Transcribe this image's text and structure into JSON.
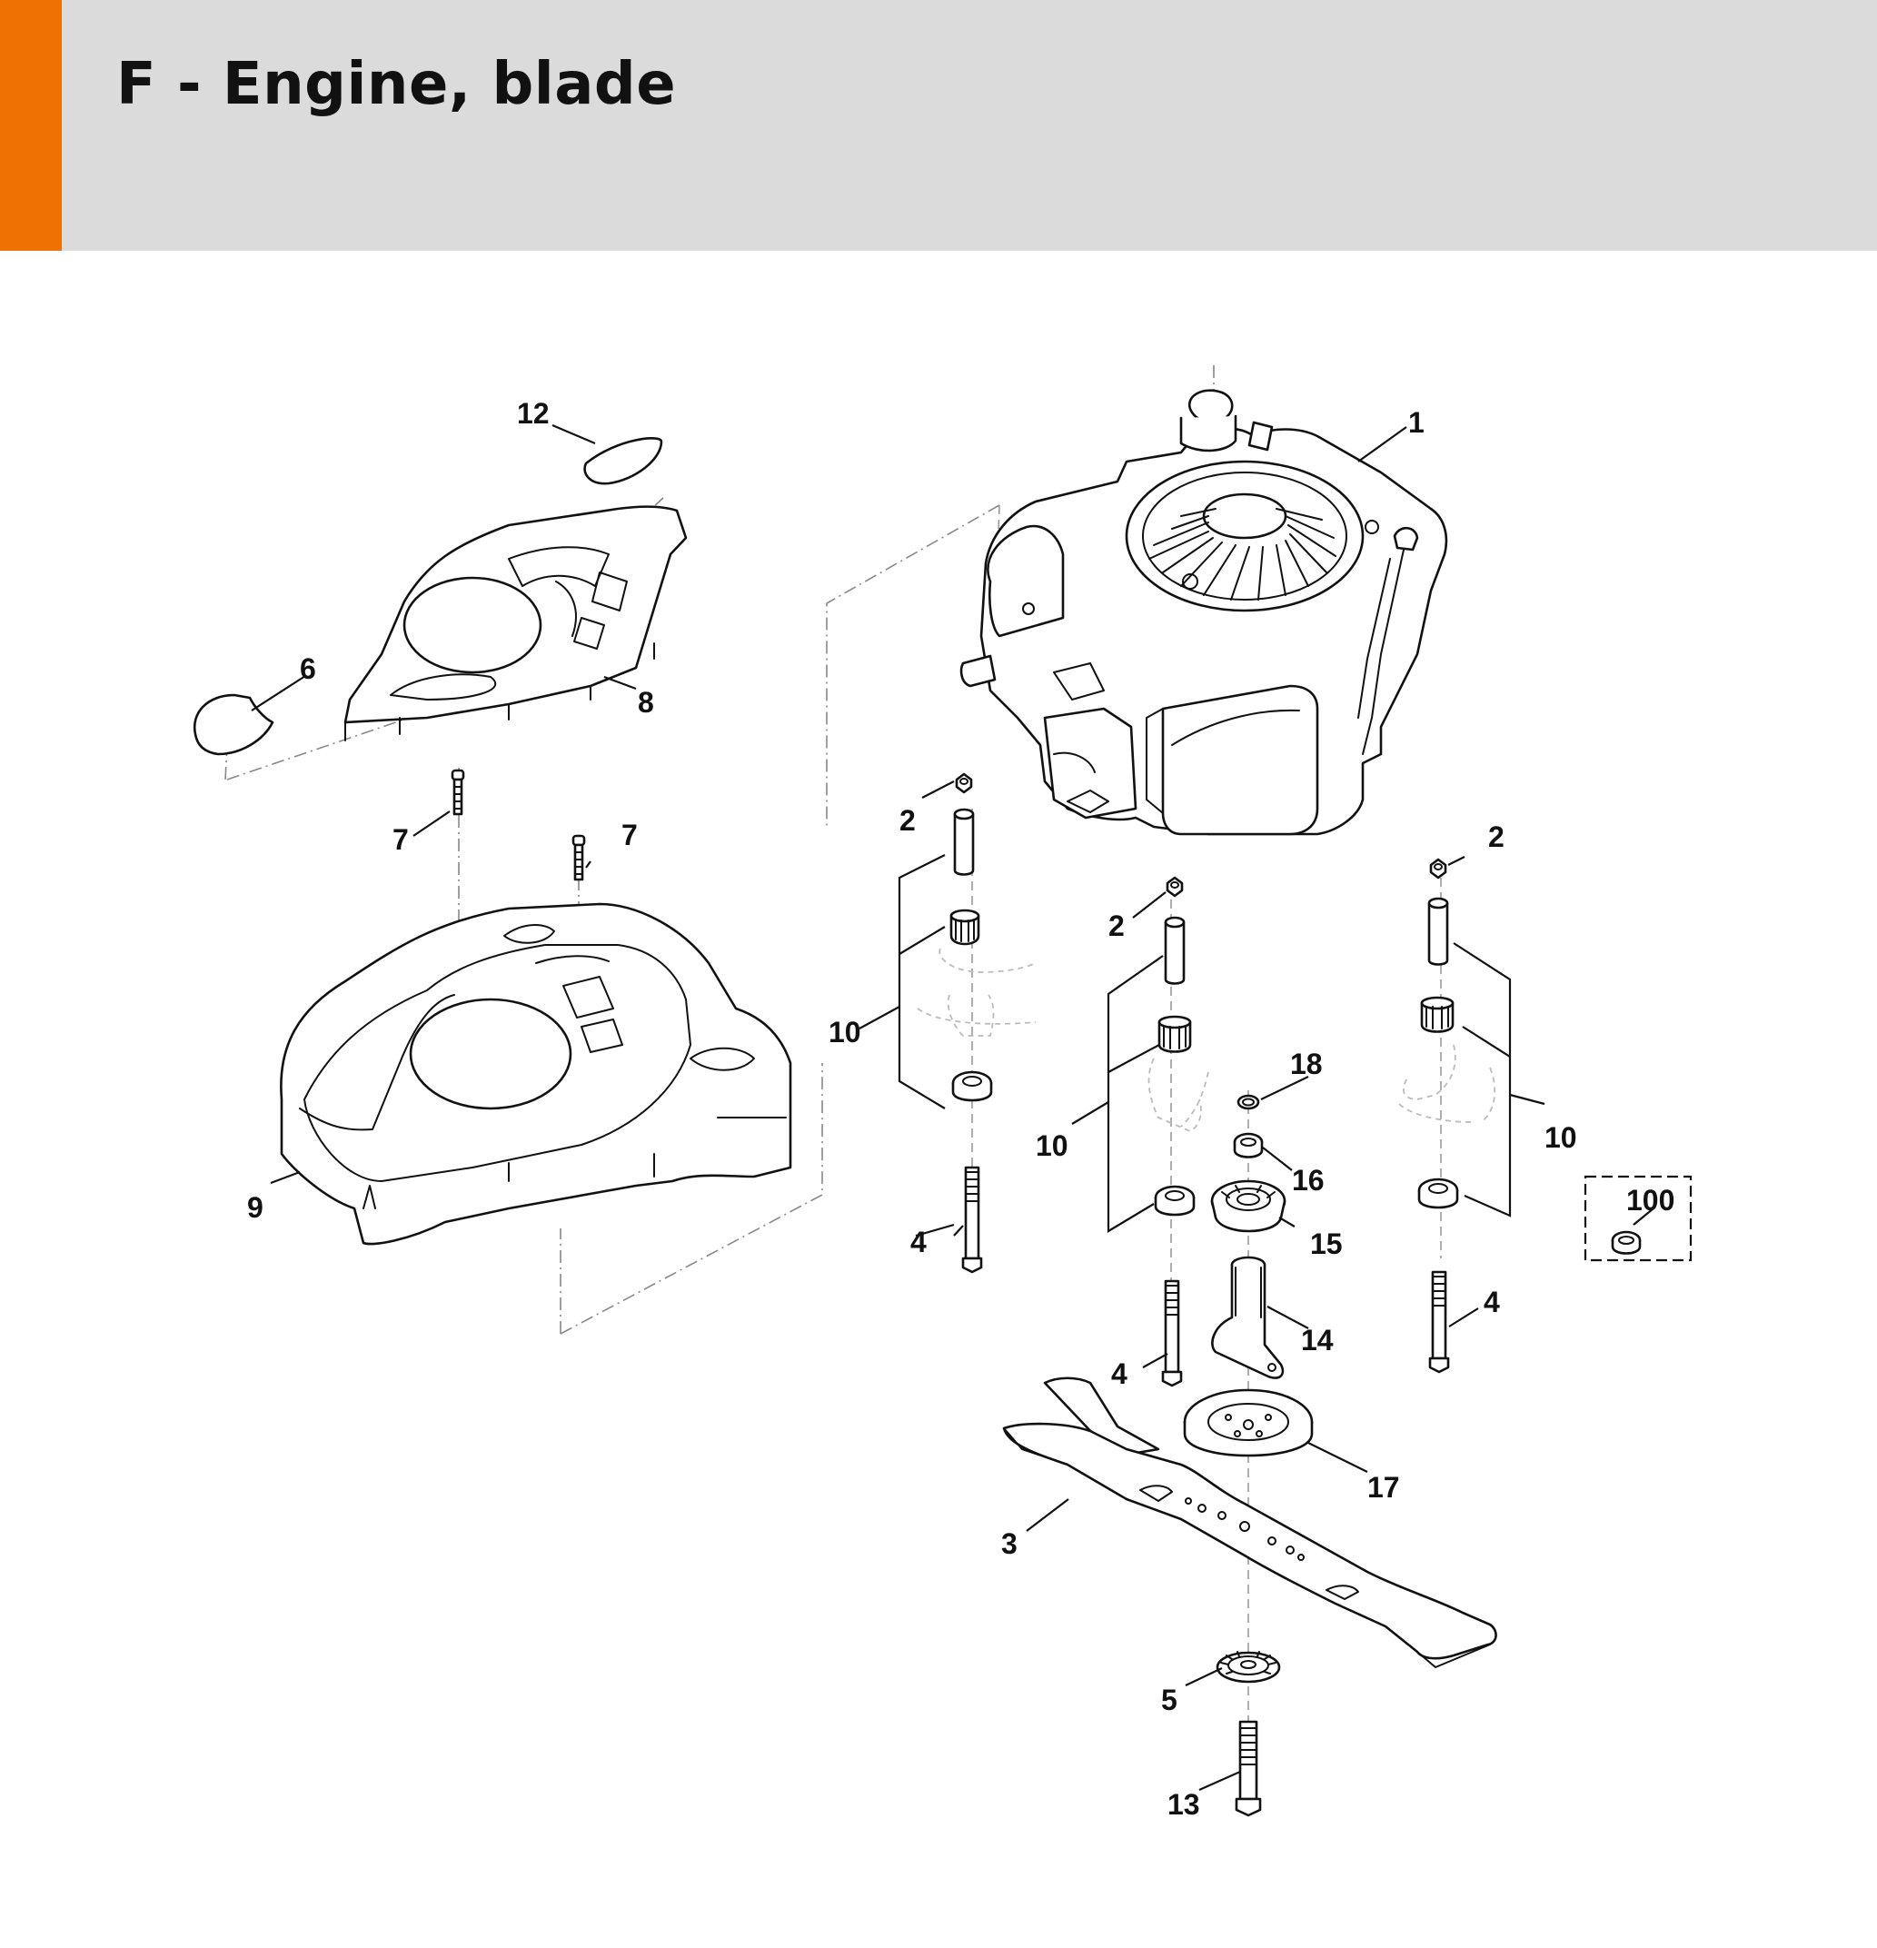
{
  "header": {
    "title": "F - Engine, blade",
    "accent_color": "#ef7103",
    "background_color": "#dadbda"
  },
  "callouts": {
    "c1": "1",
    "c2a": "2",
    "c2b": "2",
    "c2c": "2",
    "c3": "3",
    "c4a": "4",
    "c4b": "4",
    "c4c": "4",
    "c5": "5",
    "c6": "6",
    "c7a": "7",
    "c7b": "7",
    "c8": "8",
    "c9": "9",
    "c10a": "10",
    "c10b": "10",
    "c10c": "10",
    "c12": "12",
    "c13": "13",
    "c14": "14",
    "c15": "15",
    "c16": "16",
    "c17": "17",
    "c18": "18",
    "c100": "100"
  }
}
